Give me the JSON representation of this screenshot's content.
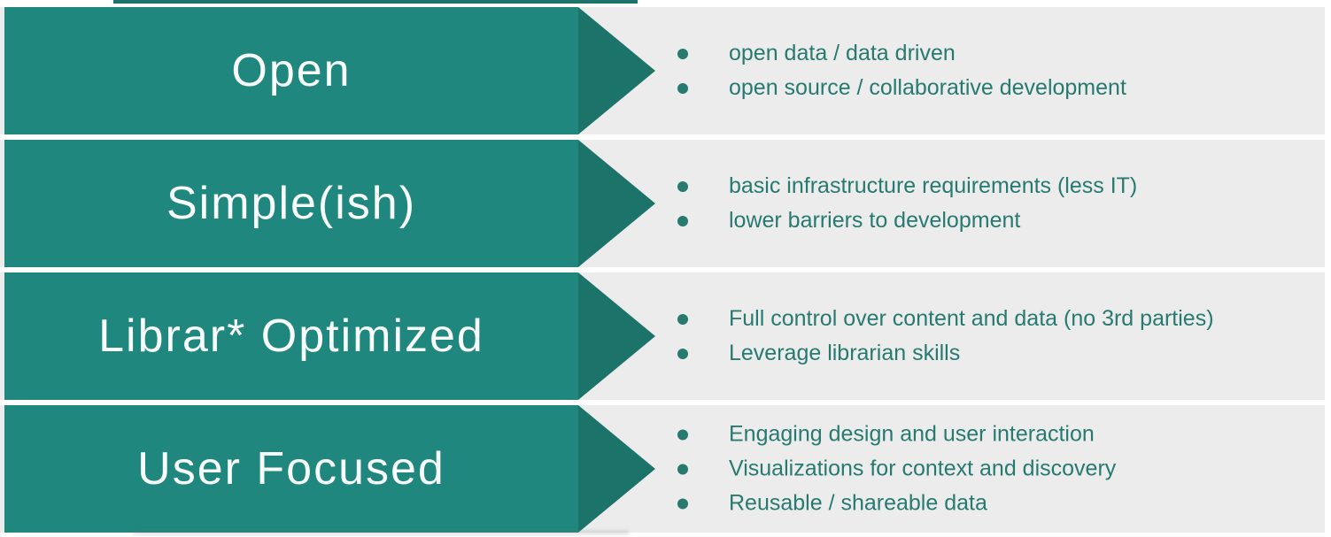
{
  "colors": {
    "page_bg": "#ffffff",
    "row_bg": "#ececed",
    "arrow_body": "#1f877d",
    "arrow_head": "#1c7369",
    "label_text": "#f8fcfb",
    "bullet_text": "#277a70"
  },
  "rows": [
    {
      "label": "Open",
      "bullets": [
        "open data / data driven",
        "open source / collaborative development"
      ]
    },
    {
      "label": "Simple(ish)",
      "bullets": [
        "basic infrastructure requirements (less IT)",
        "lower barriers to development"
      ]
    },
    {
      "label": "Librar* Optimized",
      "bullets": [
        "Full control over content and data (no 3rd parties)",
        "Leverage librarian skills"
      ]
    },
    {
      "label": "User Focused",
      "bullets": [
        "Engaging design and user interaction",
        "Visualizations for context and discovery",
        "Reusable / shareable data"
      ]
    }
  ]
}
